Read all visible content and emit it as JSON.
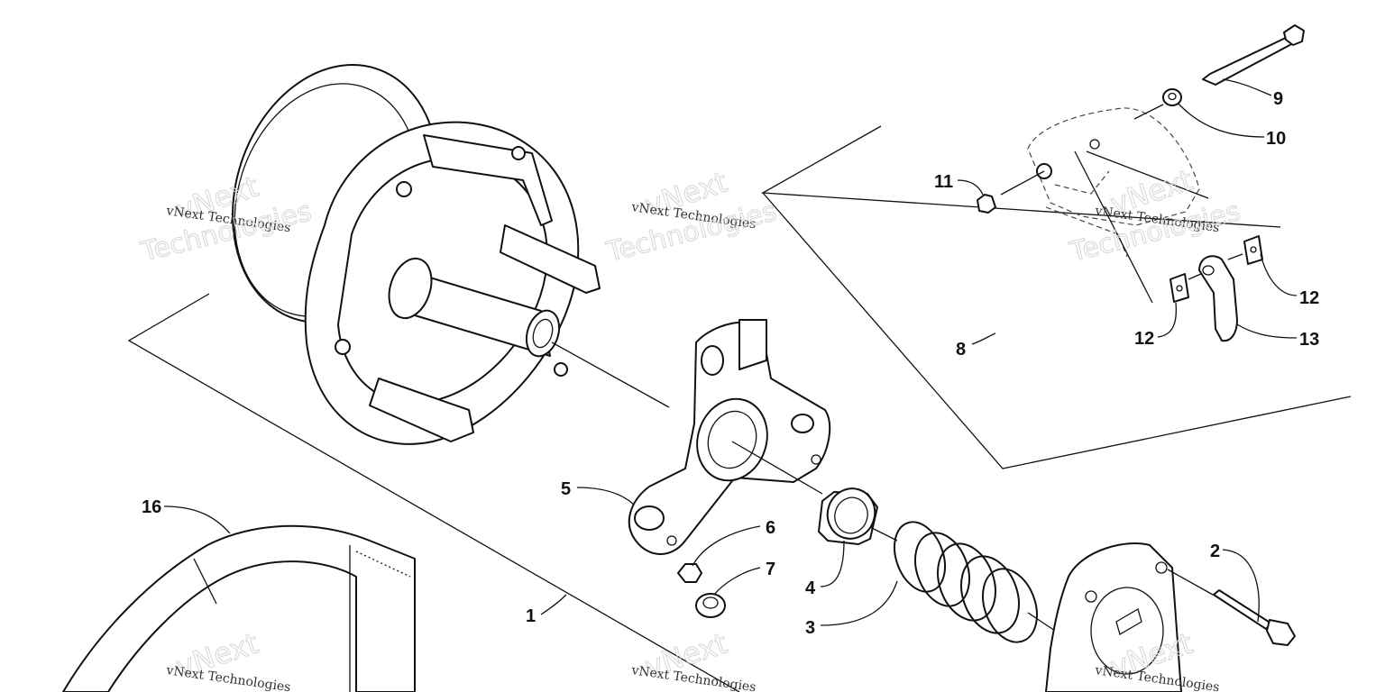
{
  "callouts": [
    {
      "id": "1",
      "label": "1"
    },
    {
      "id": "2",
      "label": "2"
    },
    {
      "id": "3",
      "label": "3"
    },
    {
      "id": "4",
      "label": "4"
    },
    {
      "id": "5",
      "label": "5"
    },
    {
      "id": "6",
      "label": "6"
    },
    {
      "id": "7",
      "label": "7"
    },
    {
      "id": "8",
      "label": "8"
    },
    {
      "id": "9",
      "label": "9"
    },
    {
      "id": "10",
      "label": "10"
    },
    {
      "id": "11",
      "label": "11"
    },
    {
      "id": "12a",
      "label": "12"
    },
    {
      "id": "12b",
      "label": "12"
    },
    {
      "id": "13",
      "label": "13"
    },
    {
      "id": "16",
      "label": "16"
    }
  ],
  "watermark": {
    "line1": "vNext",
    "line2": "vNext Technologies",
    "line3": "Technologies"
  }
}
